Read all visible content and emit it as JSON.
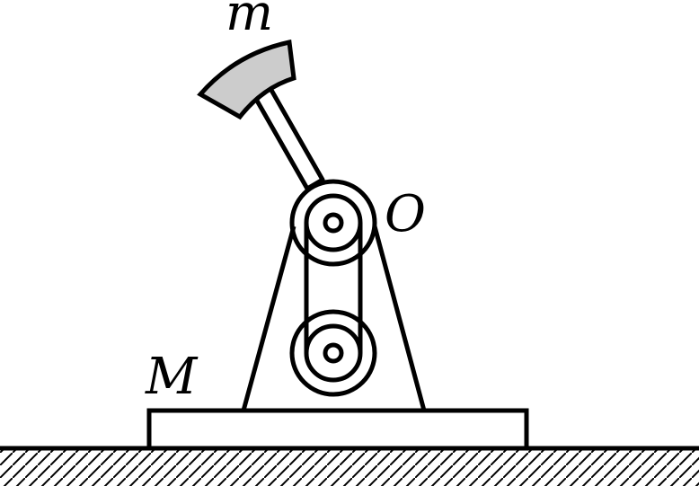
{
  "labels": {
    "pivot": "O",
    "hammer_mass": "m",
    "base_mass": "M"
  },
  "colors": {
    "line": "#000000",
    "hammer_head": "#cccccc",
    "background": "#ffffff"
  }
}
